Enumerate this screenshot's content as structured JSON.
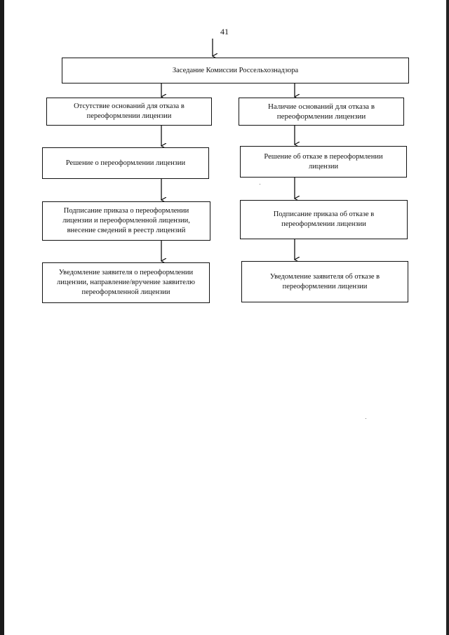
{
  "page_number": "41",
  "flow": {
    "root": "Заседание Комиссии Россельхознадзора",
    "left_branch": [
      "Отсутствие оснований для отказа в\nпереоформлении лицензии",
      "Решение о переоформлении лицензии",
      "Подписание приказа о переоформлении\nлицензии и переоформленной лицензии,\nвнесение сведений в реестр лицензий",
      "Уведомление заявителя о переоформлении\nлицензии, направление/вручение заявителю\nпереоформленной лицензии"
    ],
    "right_branch": [
      "Наличие оснований для отказа в\nпереоформлении лицензии",
      "Решение об отказе в переоформлении\nлицензии",
      "Подписание приказа об отказе в\nпереоформлении лицензии",
      "Уведомление заявителя об отказе в\nпереоформлении лицензии"
    ]
  }
}
